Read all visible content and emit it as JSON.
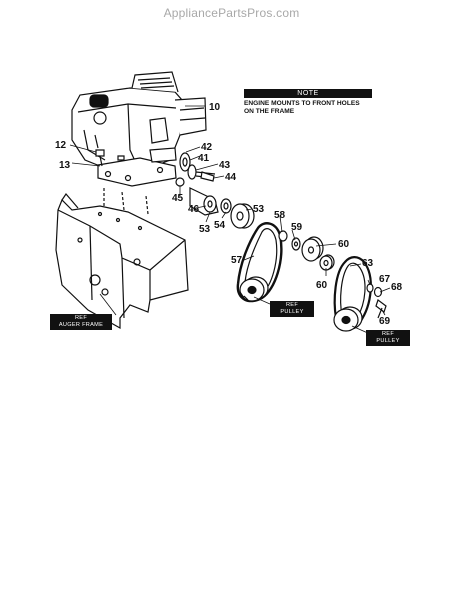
{
  "watermark": "AppliancePartsPros.com",
  "note": {
    "title": "NOTE",
    "text_line1": "ENGINE MOUNTS TO FRONT HOLES",
    "text_line2": "ON THE FRAME"
  },
  "ref_labels": {
    "auger_frame_line1": "REF",
    "auger_frame_line2": "AUGER FRAME",
    "pulley1_line1": "REF",
    "pulley1_line2": "PULLEY",
    "pulley2_line1": "REF",
    "pulley2_line2": "PULLEY"
  },
  "callouts": {
    "c10": "10",
    "c12": "12",
    "c13": "13",
    "c41": "41",
    "c42": "42",
    "c43": "43",
    "c44": "44",
    "c45": "45",
    "c46": "46",
    "c53a": "53",
    "c53b": "53",
    "c54": "54",
    "c57": "57",
    "c58": "58",
    "c59": "59",
    "c60a": "60",
    "c60b": "60",
    "c63": "63",
    "c67": "67",
    "c68": "68",
    "c69": "69"
  }
}
